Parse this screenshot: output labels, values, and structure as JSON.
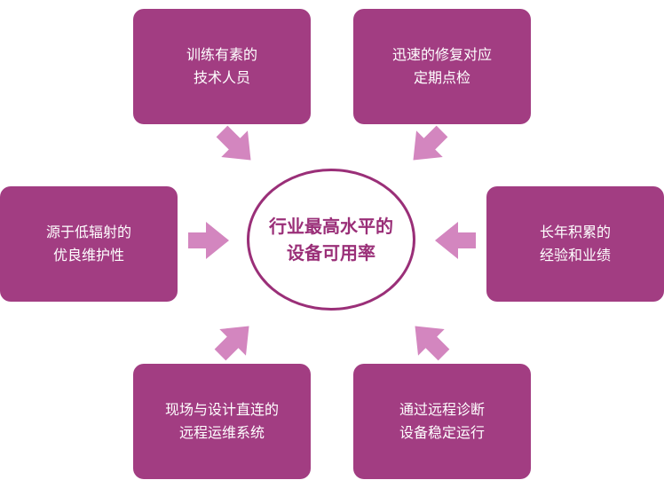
{
  "colors": {
    "box_fill": "#a23d82",
    "arrow_fill": "#d386bf",
    "circle_stroke": "#9a2f78",
    "center_text": "#9a2f78",
    "box_text": "#ffffff"
  },
  "center": {
    "line1": "行业最高水平的",
    "line2": "设备可用率"
  },
  "boxes": {
    "top_left": {
      "line1": "训练有素的",
      "line2": "技术人员"
    },
    "top_right": {
      "line1": "迅速的修复对应",
      "line2": "定期点检"
    },
    "mid_left": {
      "line1": "源于低辐射的",
      "line2": "优良维护性"
    },
    "mid_right": {
      "line1": "长年积累的",
      "line2": "经验和业绩"
    },
    "bottom_left": {
      "line1": "现场与设计直连的",
      "line2": "远程运维系统"
    },
    "bottom_right": {
      "line1": "通过远程诊断",
      "line2": "设备稳定运行"
    }
  }
}
